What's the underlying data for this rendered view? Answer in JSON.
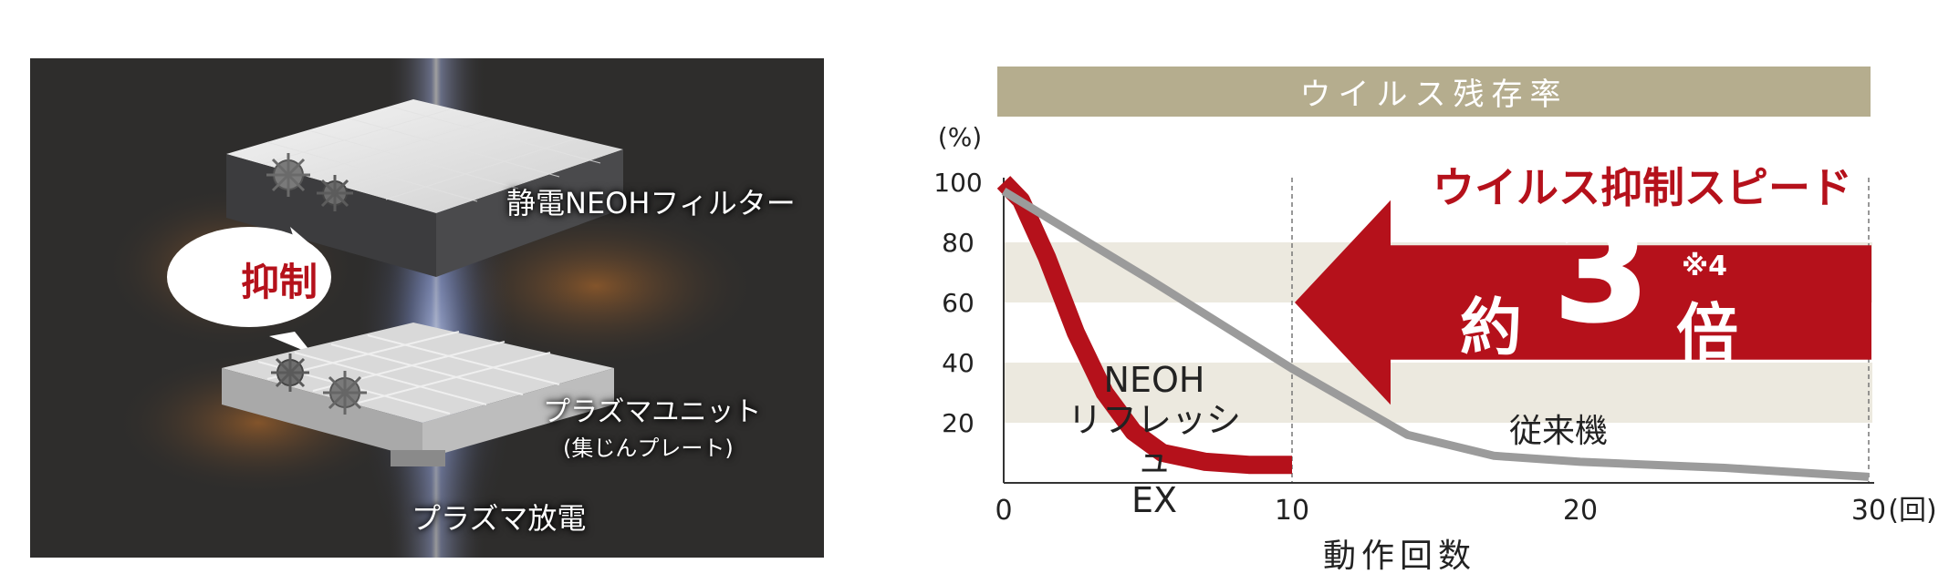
{
  "illustration": {
    "filter_label": "静電NEOHフィルター",
    "suppress_label": "抑制",
    "unit_label": "プラズマユニット",
    "unit_sublabel": "(集じんプレート)",
    "discharge_label": "プラズマ放電",
    "colors": {
      "background": "#2e2d2c",
      "accent": "#b5111b"
    }
  },
  "chart_data": {
    "type": "line",
    "title": "ウイルス残存率",
    "xlabel": "動作回数",
    "ylabel": "(%)",
    "x_unit": "(回)",
    "xlim": [
      0,
      30
    ],
    "ylim": [
      0,
      100
    ],
    "x_ticks": [
      "0",
      "10",
      "20",
      "30"
    ],
    "y_ticks": [
      "100",
      "80",
      "60",
      "40",
      "20"
    ],
    "grid": "horizontal bands",
    "reference_lines_x": [
      10,
      30
    ],
    "series": [
      {
        "name": "NEOH\nリフレッシュ\nEX",
        "color": "#b5111b",
        "x": [
          0,
          0.6,
          1.5,
          2.5,
          3.5,
          4.5,
          5.5,
          7,
          8.5,
          10
        ],
        "y": [
          100,
          94,
          75,
          50,
          30,
          17,
          10,
          7,
          6,
          6
        ]
      },
      {
        "name": "従来機",
        "color": "#9b9b9b",
        "x": [
          0,
          5,
          10,
          14,
          17,
          20,
          25,
          30
        ],
        "y": [
          97,
          68,
          38,
          16,
          9,
          7,
          5,
          2
        ]
      }
    ],
    "annotation": {
      "headline": "ウイルス抑制スピード",
      "about": "約",
      "number": "3",
      "note": "※4",
      "multiplier": "倍",
      "arrow_color": "#b5111b"
    },
    "band_color": "#ece9df"
  }
}
